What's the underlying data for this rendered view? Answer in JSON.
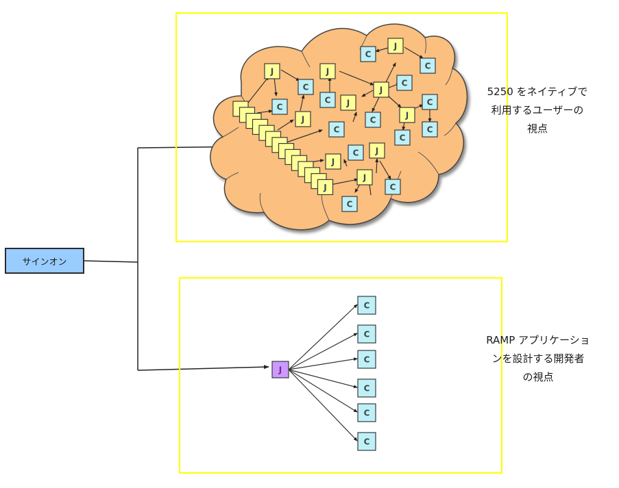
{
  "signon": {
    "label": "サインオン",
    "color": "#99ccff"
  },
  "top_view": {
    "caption_lines": [
      "5250 をネイティブで",
      "利用するユーザーの",
      "視点"
    ],
    "cloud_color": "#fbbf7f",
    "job_label": "J",
    "component_label": "C",
    "job_color": "#ffff99",
    "component_color": "#bff0f7"
  },
  "bottom_view": {
    "caption_lines": [
      "RAMP アプリケーショ",
      "ンを設計する開発者",
      "の視点"
    ],
    "job_label": "J",
    "job_color": "#cc99ff",
    "component_label": "C",
    "component_color": "#bff0f7",
    "component_count": 6
  },
  "frame_color": "#ffff00"
}
